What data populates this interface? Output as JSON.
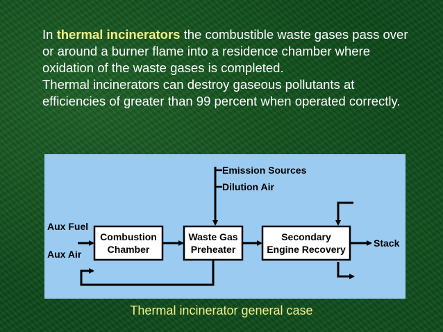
{
  "text": {
    "para1_intro": "In",
    "para1_highlight": "thermal incinerators",
    "para1_rest": " the combustible waste gases pass over or around a burner flame into a residence chamber where oxidation of the waste gases is completed.",
    "para2": "Thermal incinerators can destroy gaseous pollutants at efficiencies of greater than 99 percent when operated correctly."
  },
  "diagram": {
    "inputs": [
      "Aux Fuel",
      "Aux Air"
    ],
    "top_inputs": [
      "Emission Sources",
      "Dilution Air"
    ],
    "boxes": {
      "combustion": [
        "Combustion",
        "Chamber"
      ],
      "preheater": [
        "Waste Gas",
        "Preheater"
      ],
      "recovery": [
        "Secondary",
        "Engine Recovery"
      ]
    },
    "output": "Stack"
  },
  "caption": "Thermal incinerator general case",
  "colors": {
    "background": "#0f4a1c",
    "highlight": "#f3f08a",
    "diagram_bg": "#9ccbf1"
  }
}
